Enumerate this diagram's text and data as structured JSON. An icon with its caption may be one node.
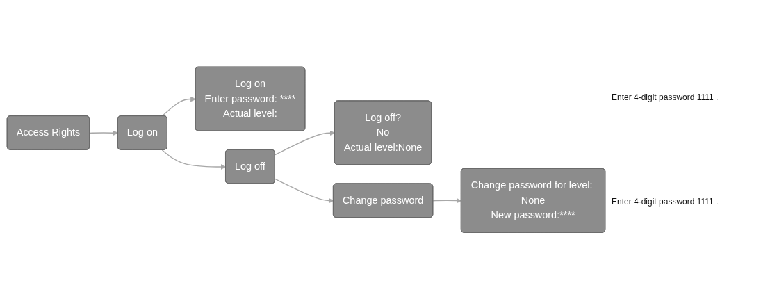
{
  "diagram": {
    "nodes": [
      {
        "text": [
          "Access Rights"
        ]
      },
      {
        "text": [
          "Log on"
        ]
      },
      {
        "text": [
          "Log on",
          "Enter password: ****",
          "Actual level:"
        ]
      },
      {
        "text": [
          "Log off"
        ]
      },
      {
        "text": [
          "Log off?",
          "No",
          "Actual level:None"
        ]
      },
      {
        "text": [
          "Change password"
        ]
      },
      {
        "text": [
          "Change password for level: None",
          "New password:****"
        ]
      }
    ],
    "labels": [
      "Enter 4-digit password 1111 .",
      "Enter 4-digit password 1111 ."
    ],
    "edges": [
      {
        "from": 0,
        "to": 1,
        "arrow": "to"
      },
      {
        "from": 1,
        "to": 2,
        "arrow": "to"
      },
      {
        "from": 1,
        "to": 3,
        "arrow": "to"
      },
      {
        "from": 3,
        "to": 4,
        "arrow": "to"
      },
      {
        "from": 3,
        "to": 5,
        "arrow": "to"
      },
      {
        "from": 5,
        "to": 6,
        "arrow": "to"
      }
    ]
  }
}
